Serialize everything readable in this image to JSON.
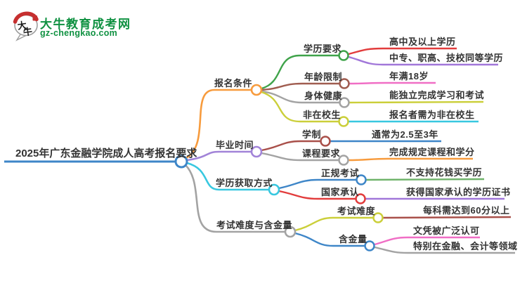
{
  "logo": {
    "title": "大牛教育成考网",
    "subtitle": "gz-chengkao.com",
    "icon_char1": "大",
    "icon_char2": "牛",
    "brand_green": "#0f9141",
    "seal_red": "#c62f2f"
  },
  "central": {
    "label": "2025年广东金融学院成人高考报名要求",
    "color": "#3e86c8"
  },
  "branches": [
    {
      "label": "报名条件",
      "color": "#f79b3d",
      "children": [
        {
          "label": "学历要求",
          "color": "#3fa34a",
          "leaves": [
            {
              "label": "高中及以上学历",
              "color": "#e23c3c"
            },
            {
              "label": "中专、职高、技校同等学历",
              "color": "#a177d9"
            }
          ]
        },
        {
          "label": "年龄限制",
          "color": "#a05d50",
          "leaves": [
            {
              "label": "年满18岁",
              "color": "#f06ec5"
            }
          ]
        },
        {
          "label": "身体健康",
          "color": "#a3a3a3",
          "leaves": [
            {
              "label": "能独立完成学习和考试",
              "color": "#cbcf3a"
            }
          ]
        },
        {
          "label": "非在校生",
          "color": "#cbcf3a",
          "leaves": [
            {
              "label": "报名者需为非在校生",
              "color": "#38c8e0"
            }
          ]
        }
      ]
    },
    {
      "label": "毕业时间",
      "color": "#a284d8",
      "children": [
        {
          "label": "学制",
          "color": "#a9504a",
          "leaves": [
            {
              "label": "通常为2.5至3年",
              "color": "#3e86c8"
            }
          ]
        },
        {
          "label": "课程要求",
          "color": "#a3a3a3",
          "leaves": [
            {
              "label": "完成规定课程和学分",
              "color": "#f79b3d"
            }
          ]
        }
      ]
    },
    {
      "label": "学历获取方式",
      "color": "#38c8e0",
      "children": [
        {
          "label": "正规考试",
          "color": "#3e86c8",
          "leaves": [
            {
              "label": "不支持花钱买学历",
              "color": "#6fb36a"
            }
          ]
        },
        {
          "label": "国家承认",
          "color": "#e23c3c",
          "leaves": [
            {
              "label": "获得国家承认的学历证书",
              "color": "#a177d9"
            }
          ]
        }
      ]
    },
    {
      "label": "考试难度与含金量",
      "color": "#a3a3a3",
      "children": [
        {
          "label": "考试难度",
          "color": "#cbcf3a",
          "leaves": [
            {
              "label": "每科需达到60分以上",
              "color": "#a9504a"
            }
          ]
        },
        {
          "label": "含金量",
          "color": "#3e86c8",
          "leaves": [
            {
              "label": "文凭被广泛认可",
              "color": "#f06ec5"
            },
            {
              "label": "特别在金融、会计等领域",
              "color": "#a3a3a3"
            }
          ]
        }
      ]
    }
  ]
}
